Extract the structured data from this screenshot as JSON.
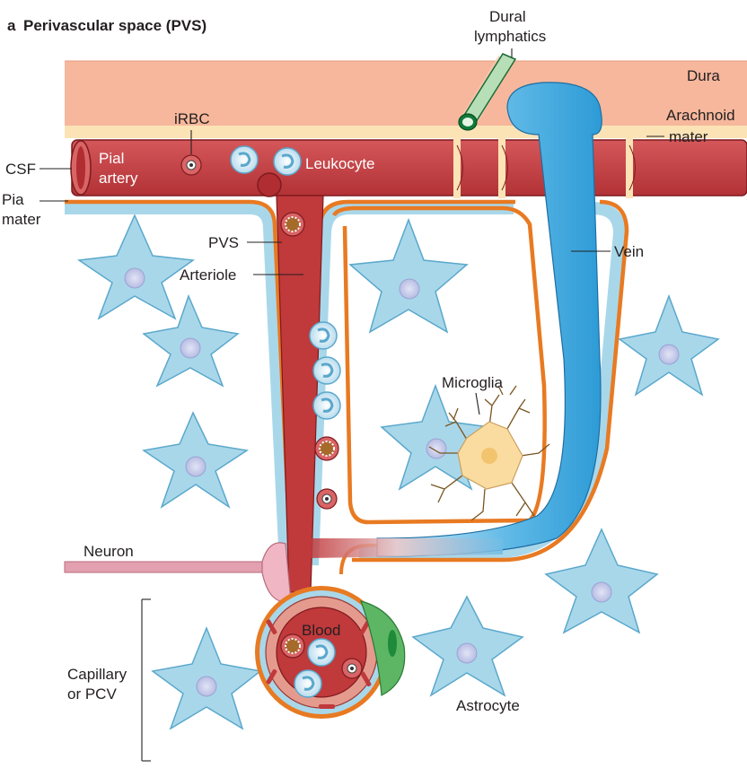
{
  "panel": {
    "letter": "a",
    "title": "Perivascular space (PVS)"
  },
  "labels": {
    "dural_lymphatics": [
      "Dural",
      "lymphatics"
    ],
    "dura": "Dura",
    "arachnoid_mater": [
      "Arachnoid",
      "mater"
    ],
    "irbc": "iRBC",
    "csf": "CSF",
    "pial_artery": [
      "Pial",
      "artery"
    ],
    "leukocyte": "Leukocyte",
    "pia_mater": [
      "Pia",
      "mater"
    ],
    "pvs": "PVS",
    "arteriole": "Arteriole",
    "vein": "Vein",
    "microglia": "Microglia",
    "neuron": "Neuron",
    "blood": "Blood",
    "capillary_or_pcv": [
      "Capillary",
      "or PCV"
    ],
    "astrocyte": "Astrocyte"
  },
  "colors": {
    "dura": "#f6b79c",
    "arachnoid": "#fbe3b6",
    "vessel": "#c0393b",
    "vessel_dark": "#8f1d22",
    "pia_orange": "#e87a22",
    "astrocyte": "#a9d7ea",
    "astrocyte_nucleus": "#c9cdea",
    "vein": "#3aa7dd",
    "microglia": "#fbdca0",
    "neuron": "#e3a0ae",
    "lymphatic": "#a8d8a8",
    "endfoot_green": "#5db664"
  }
}
